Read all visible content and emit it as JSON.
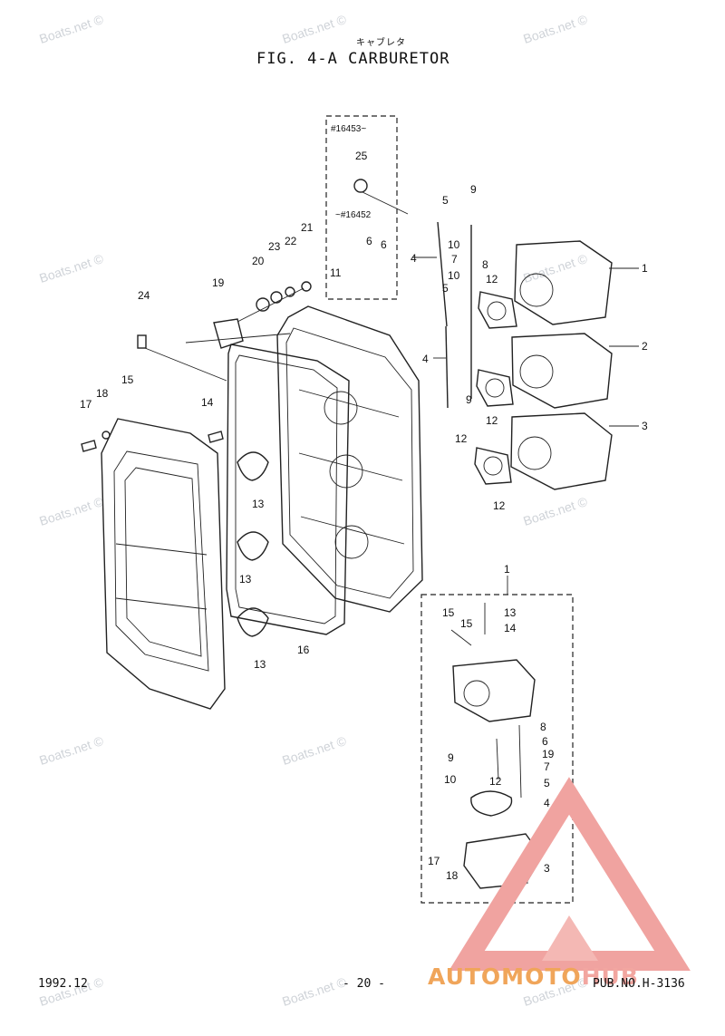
{
  "header": {
    "title_jp": "キャブレタ",
    "title": "FIG.  4-A CARBURETOR"
  },
  "footer": {
    "date": "1992.12",
    "page": "- 20 -",
    "pub": "PUB.NO.H-3136"
  },
  "watermark": {
    "text": "Boats.net ©"
  },
  "logo": {
    "word_a": "AUTOMOTO",
    "word_b": "HUB",
    "color_a": "#f0a55a",
    "color_b": "#f2a6a0"
  },
  "labels": {
    "serial_from": "#16453~",
    "serial_to": "~#16452"
  },
  "callouts": [
    "1",
    "2",
    "3",
    "4",
    "5",
    "6",
    "7",
    "8",
    "9",
    "10",
    "11",
    "12",
    "13",
    "14",
    "15",
    "16",
    "17",
    "18",
    "19",
    "20",
    "21",
    "22",
    "23",
    "24",
    "25"
  ]
}
